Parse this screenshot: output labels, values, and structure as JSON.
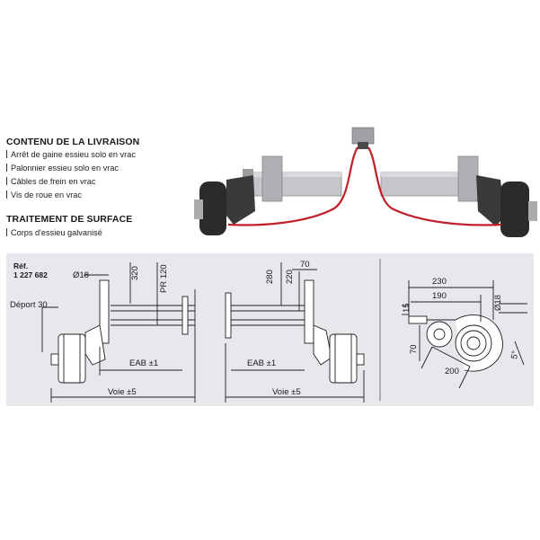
{
  "delivery": {
    "title": "CONTENU DE LA LIVRAISON",
    "items": [
      "Arrêt de gaine essieu solo en vrac",
      "Palonnier essieu solo en vrac",
      "Câbles de frein en vrac",
      "Vis de roue en vrac"
    ]
  },
  "surface": {
    "title": "TRAITEMENT DE SURFACE",
    "items": [
      "Corps d'essieu galvanisé"
    ]
  },
  "drawing": {
    "ref_label": "Réf.",
    "ref_number": "1 227 682",
    "dims": {
      "d18": "Ø18",
      "d320": "320",
      "pr120": "PR 120",
      "deport": "Déport 30",
      "eab": "EAB ±1",
      "voie": "Voie ±5",
      "d280": "280",
      "d220": "220",
      "d70": "70",
      "d230": "230",
      "d190": "190",
      "d15": "15",
      "d200": "200",
      "d70s": "70",
      "d5": "5°"
    }
  },
  "colors": {
    "panel": "#e6e8ec",
    "line": "#1f1f1f",
    "cable": "#c0202a",
    "steel": "#b9bcc0"
  }
}
